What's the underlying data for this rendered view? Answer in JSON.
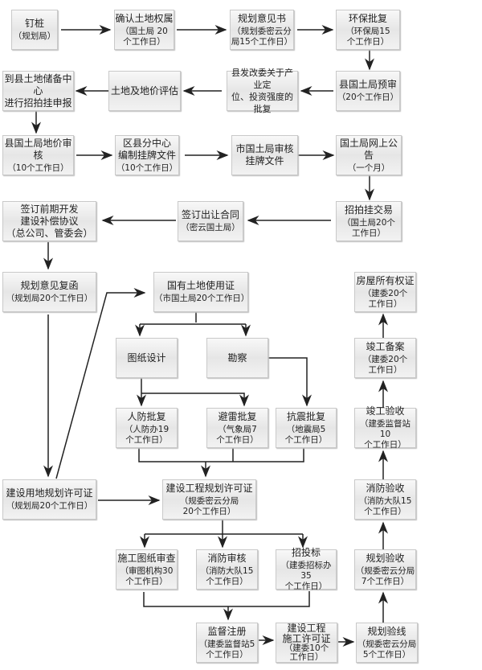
{
  "nodes": {
    "n1": {
      "t": "钉桩",
      "d": "（规划局）"
    },
    "n2": {
      "t": "确认土地权属",
      "d": "（国土局 20\n个工作日）"
    },
    "n3": {
      "t": "规划意见书",
      "d": "（规划委密云分\n局15个工作日）"
    },
    "n4": {
      "t": "环保批复",
      "d": "（环保局15\n个工作日）"
    },
    "n5": {
      "t": "到县土地储备中心\n进行招拍挂申报",
      "d": ""
    },
    "n6": {
      "t": "土地及地价评估",
      "d": ""
    },
    "n7": {
      "t": "县发改委关于产业定\n位、投资强度的批复",
      "d": ""
    },
    "n8": {
      "t": "县国土局预审",
      "d": "（20个工作日）"
    },
    "n9": {
      "t": "县国土局地价审核",
      "d": "（10个工作日）"
    },
    "n10": {
      "t": "区县分中心\n编制挂牌文件",
      "d": "（10个工作日）"
    },
    "n11": {
      "t": "市国土局审核\n挂牌文件",
      "d": ""
    },
    "n12": {
      "t": "国土局网上公告",
      "d": "（一个月）"
    },
    "n13": {
      "t": "签订前期开发\n建设补偿协议\n（总公司、管委会）",
      "d": ""
    },
    "n14": {
      "t": "签订出让合同",
      "d": "（密云国土局）"
    },
    "n15": {
      "t": "招拍挂交易",
      "d": "（国土局20个\n工作日）"
    },
    "n16": {
      "t": "规划意见复函",
      "d": "（规划局20个工作日）"
    },
    "n17": {
      "t": "国有土地使用证",
      "d": "（市国土局20个工作日）"
    },
    "n18": {
      "t": "房屋所有权证",
      "d": "（建委20个\n工作日）"
    },
    "n19": {
      "t": "图纸设计",
      "d": ""
    },
    "n20": {
      "t": "勘察",
      "d": ""
    },
    "n21": {
      "t": "竣工备案",
      "d": "（建委20个\n工作日）"
    },
    "n22": {
      "t": "人防批复",
      "d": "（人防办19\n个工作日）"
    },
    "n23": {
      "t": "避雷批复",
      "d": "（气象局7\n个工作日）"
    },
    "n24": {
      "t": "抗震批复",
      "d": "（地震局5\n个工作日）"
    },
    "n25": {
      "t": "竣工验收",
      "d": "（建委监督站10\n个工作日）"
    },
    "n26": {
      "t": "建设用地规划许可证",
      "d": "（规划局20个工作日）"
    },
    "n27": {
      "t": "建设工程规划许可证",
      "d": "（规委密云分局\n20个工作日）"
    },
    "n28": {
      "t": "消防验收",
      "d": "（消防大队15\n个工作日）"
    },
    "n29": {
      "t": "施工图纸审查",
      "d": "（审图机构30\n个工作日）"
    },
    "n30": {
      "t": "消防审核",
      "d": "（消防大队15\n个工作日）"
    },
    "n31": {
      "t": "招投标",
      "d": "（建委招标办35\n个工作日）"
    },
    "n32": {
      "t": "规划验收",
      "d": "（规委密云分局\n7个工作日）"
    },
    "n33": {
      "t": "监督注册",
      "d": "（建委监督站5\n个工作日）"
    },
    "n34": {
      "t": "建设工程\n施工许可证",
      "d": "（建委10个\n工作日）"
    },
    "n35": {
      "t": "规划验线",
      "d": "（规委密云分局\n5个工作日）"
    }
  }
}
